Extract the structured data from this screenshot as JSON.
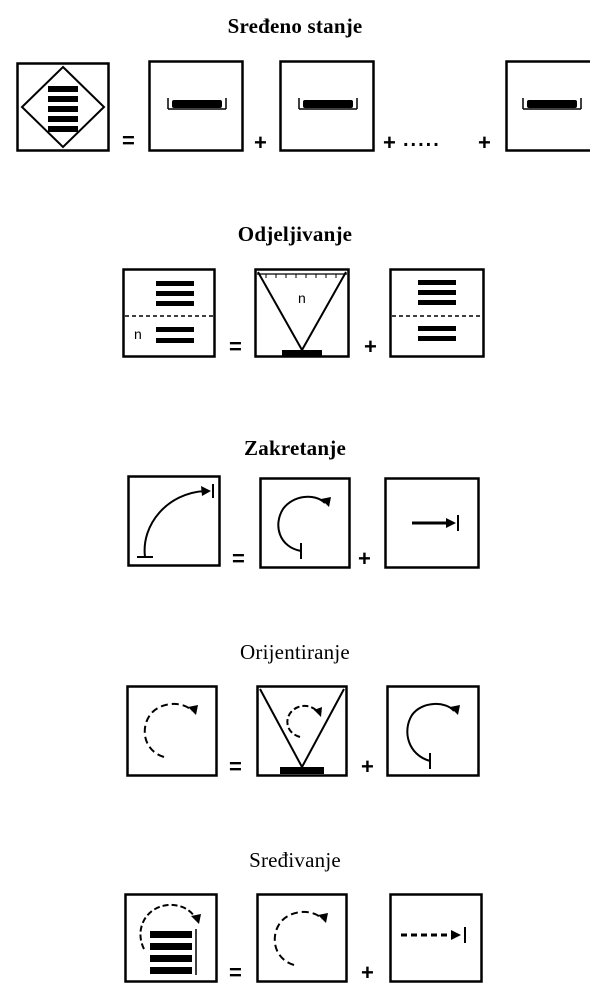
{
  "sections": [
    {
      "title": "Sređeno stanje",
      "operators": [
        "=",
        "+",
        "+",
        "+"
      ],
      "ellipsis": "....."
    },
    {
      "title": "Odjeljivanje",
      "operators": [
        "=",
        "+"
      ],
      "label": "n"
    },
    {
      "title": "Zakretanje",
      "operators": [
        "=",
        "+"
      ]
    },
    {
      "title": "Orijentiranje",
      "operators": [
        "=",
        "+"
      ]
    },
    {
      "title": "Sređivanje",
      "operators": [
        "=",
        "+"
      ]
    }
  ]
}
